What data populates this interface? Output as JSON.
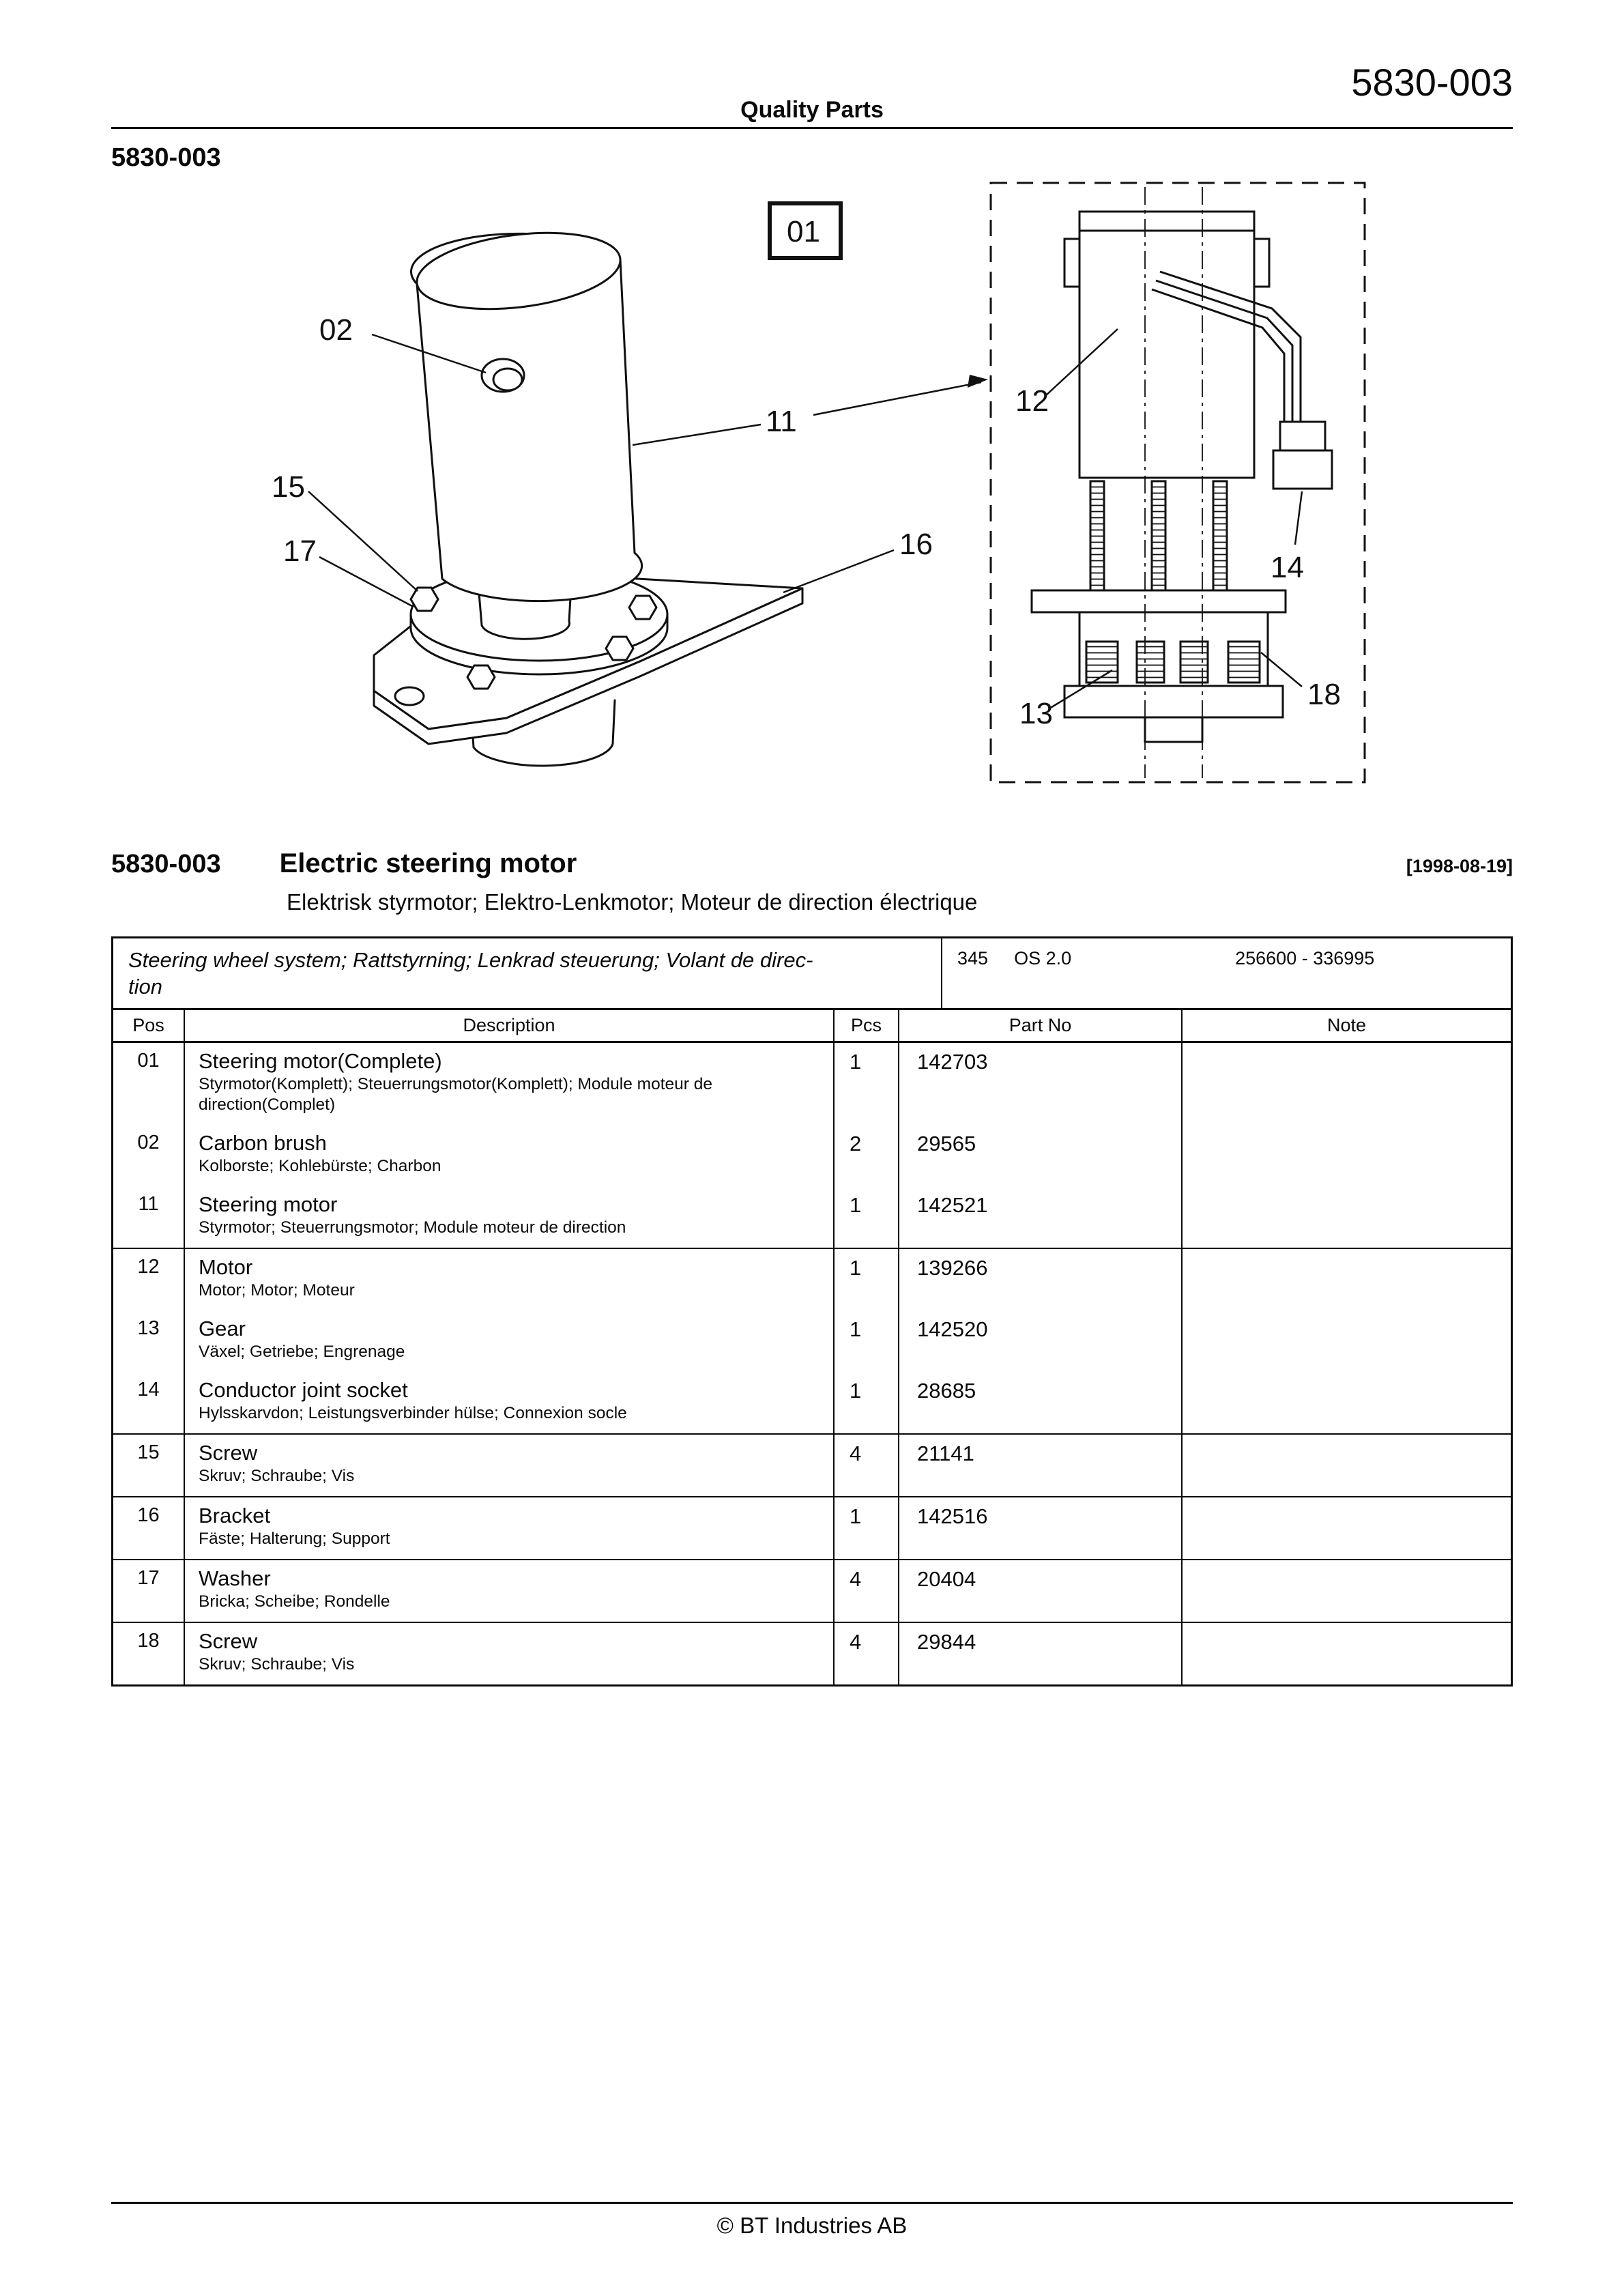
{
  "header": {
    "brand": "Quality Parts",
    "doc_number": "5830-003",
    "section_code": "5830-003"
  },
  "diagram": {
    "callouts": {
      "c01": "01",
      "c02": "02",
      "c11": "11",
      "c12": "12",
      "c13": "13",
      "c14": "14",
      "c15": "15",
      "c16": "16",
      "c17": "17",
      "c18": "18"
    }
  },
  "section": {
    "code": "5830-003",
    "title": "Electric steering motor",
    "date": "[1998-08-19]",
    "subtitle": "Elektrisk styrmotor; Elektro-Lenkmotor; Moteur de direction électrique"
  },
  "table": {
    "info": {
      "system_line1": "Steering wheel system; Rattstyrning; Lenkrad steuerung; Volant de direc-",
      "system_line2": "tion",
      "model": "345",
      "os": "OS 2.0",
      "serial_range": "256600 - 336995"
    },
    "columns": {
      "pos": "Pos",
      "description": "Description",
      "pcs": "Pcs",
      "part_no": "Part No",
      "note": "Note"
    },
    "rows": [
      {
        "pos": "01",
        "desc": "Steering motor(Complete)",
        "sub": "Styrmotor(Komplett); Steuerrungsmotor(Komplett); Module moteur de direction(Complet)",
        "pcs": "1",
        "part_no": "142703",
        "note": "",
        "group_start": false
      },
      {
        "pos": "02",
        "desc": "Carbon brush",
        "sub": "Kolborste; Kohlebürste; Charbon",
        "pcs": "2",
        "part_no": "29565",
        "note": "",
        "group_start": false
      },
      {
        "pos": "11",
        "desc": "Steering motor",
        "sub": "Styrmotor; Steuerrungsmotor; Module moteur de direction",
        "pcs": "1",
        "part_no": "142521",
        "note": "",
        "group_start": false
      },
      {
        "pos": "12",
        "desc": "Motor",
        "sub": "Motor; Motor; Moteur",
        "pcs": "1",
        "part_no": "139266",
        "note": "",
        "group_start": true
      },
      {
        "pos": "13",
        "desc": "Gear",
        "sub": "Växel; Getriebe; Engrenage",
        "pcs": "1",
        "part_no": "142520",
        "note": "",
        "group_start": false
      },
      {
        "pos": "14",
        "desc": "Conductor joint socket",
        "sub": "Hylsskarvdon; Leistungsverbinder hülse; Connexion socle",
        "pcs": "1",
        "part_no": "28685",
        "note": "",
        "group_start": false
      },
      {
        "pos": "15",
        "desc": "Screw",
        "sub": "Skruv; Schraube; Vis",
        "pcs": "4",
        "part_no": "21141",
        "note": "",
        "group_start": true
      },
      {
        "pos": "16",
        "desc": "Bracket",
        "sub": "Fäste; Halterung; Support",
        "pcs": "1",
        "part_no": "142516",
        "note": "",
        "group_start": true
      },
      {
        "pos": "17",
        "desc": "Washer",
        "sub": "Bricka; Scheibe; Rondelle",
        "pcs": "4",
        "part_no": "20404",
        "note": "",
        "group_start": true
      },
      {
        "pos": "18",
        "desc": "Screw",
        "sub": "Skruv; Schraube; Vis",
        "pcs": "4",
        "part_no": "29844",
        "note": "",
        "group_start": true
      }
    ]
  },
  "footer": {
    "copyright": "© BT Industries AB"
  }
}
